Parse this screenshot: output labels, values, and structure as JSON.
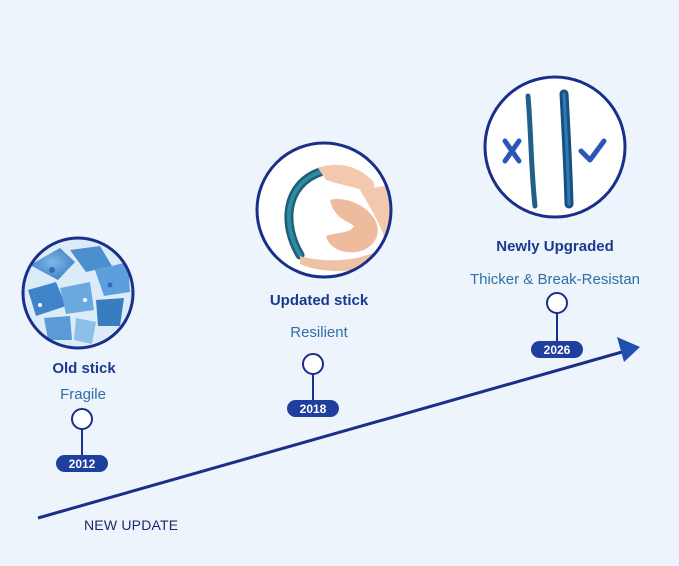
{
  "stages": [
    {
      "title": "Old stick",
      "subtitle": "Fragile",
      "year": "2012"
    },
    {
      "title": "Updated stick",
      "subtitle": "Resilient",
      "year": "2018"
    },
    {
      "title": "Newly Upgraded",
      "subtitle": "Thicker & Break-Resistan",
      "year": "2026"
    }
  ],
  "footer": {
    "label": "NEW UPDATE"
  },
  "colors": {
    "navy": "#1a3a8f",
    "accent_blue": "#1f4fb0",
    "text_blue": "#2f6fa8",
    "background": "#eef4fb"
  },
  "icons": [
    "x-mark-icon",
    "check-mark-icon"
  ]
}
